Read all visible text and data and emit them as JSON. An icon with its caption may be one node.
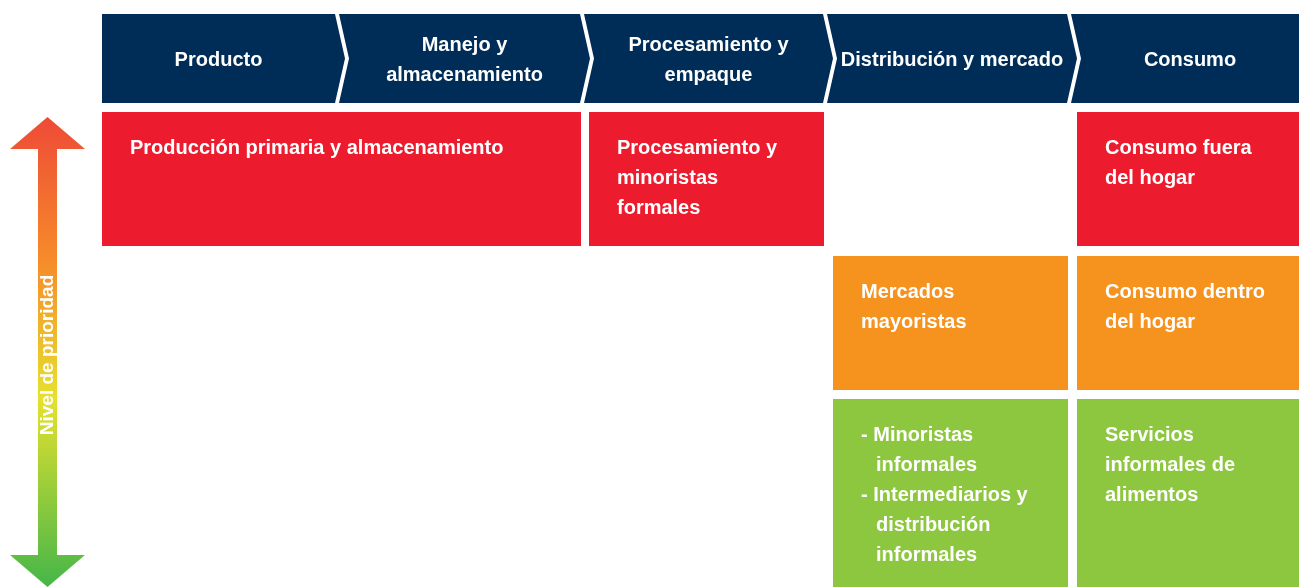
{
  "diagram": {
    "nodes": [
      {
        "text": [
          "Producto"
        ]
      },
      {
        "text": [
          "Manejo y almacenamiento"
        ]
      },
      {
        "text": [
          "Procesamiento y empaque"
        ]
      },
      {
        "text": [
          "Distribución y mercado"
        ]
      },
      {
        "text": [
          "Consumo"
        ]
      },
      {
        "text": [
          "Producción primaria y almacenamiento"
        ]
      },
      {
        "text": [
          "Procesamiento y minoristas formales"
        ]
      },
      {
        "text": [
          "Consumo fuera del hogar"
        ]
      },
      {
        "text": [
          "Mercados mayoristas"
        ]
      },
      {
        "text": [
          "Consumo dentro del hogar"
        ]
      },
      {
        "text": [
          "- Minoristas informales",
          "- Intermediarios y distribución informales"
        ]
      },
      {
        "text": [
          "Servicios informales de alimentos"
        ]
      }
    ],
    "labels": [
      "Nivel de prioridad"
    ]
  }
}
